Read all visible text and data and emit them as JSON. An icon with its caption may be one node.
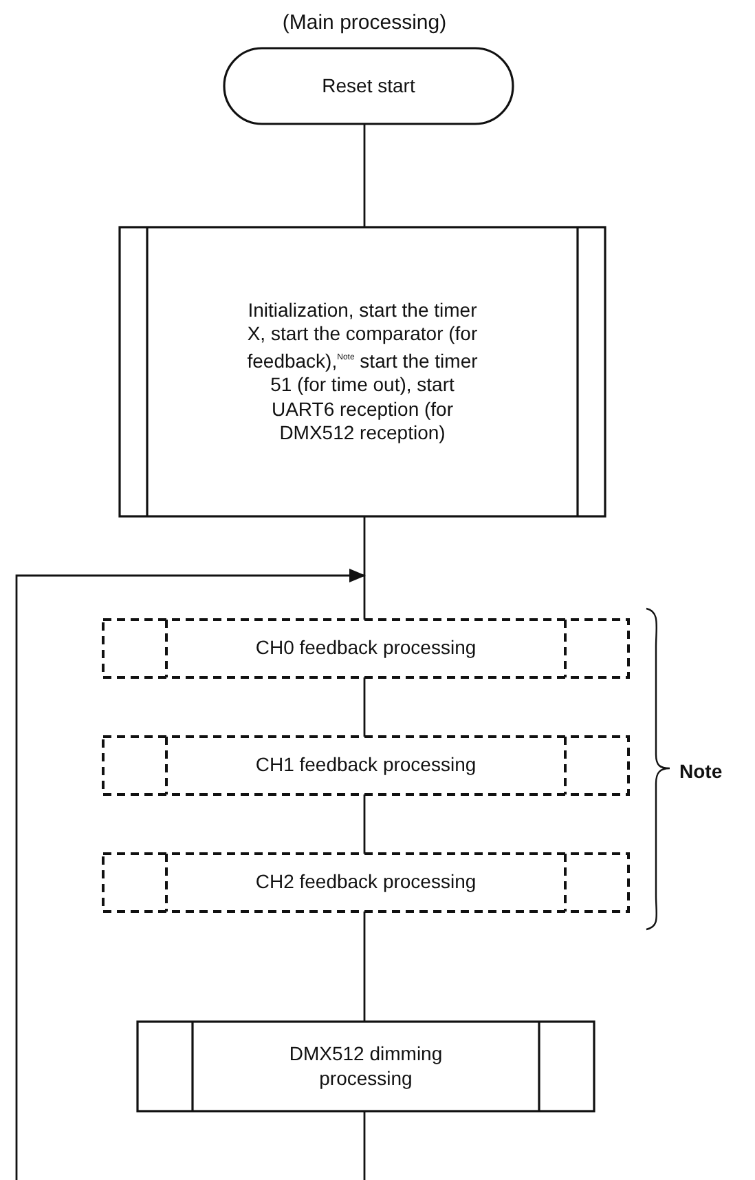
{
  "diagram": {
    "title": "(Main processing)",
    "nodes": [
      {
        "text": [
          "Reset start"
        ]
      },
      {
        "text": [
          "Initialization, start the timer X, start the comparator (for feedback),$^{Note}$ start the timer 51 (for time out), start UART6 reception (for DMX512 reception)"
        ]
      },
      {
        "text": [
          "CH0 feedback processing"
        ]
      },
      {
        "text": [
          "CH1 feedback processing"
        ]
      },
      {
        "text": [
          "CH2 feedback processing"
        ]
      },
      {
        "text": [
          "DMX512 dimming processing"
        ]
      }
    ],
    "edges": [
      {
        "from": 0,
        "to": 1,
        "arrow": "none"
      },
      {
        "from": 1,
        "to": 2,
        "arrow": "none"
      },
      {
        "from": null,
        "to": 2,
        "arrow": "to"
      },
      {
        "from": 2,
        "to": 3,
        "arrow": "none"
      },
      {
        "from": 3,
        "to": 4,
        "arrow": "none"
      },
      {
        "from": 4,
        "to": 5,
        "arrow": "none"
      },
      {
        "from": 5,
        "to": null,
        "arrow": "none"
      }
    ],
    "labels": [
      "Note"
    ]
  }
}
